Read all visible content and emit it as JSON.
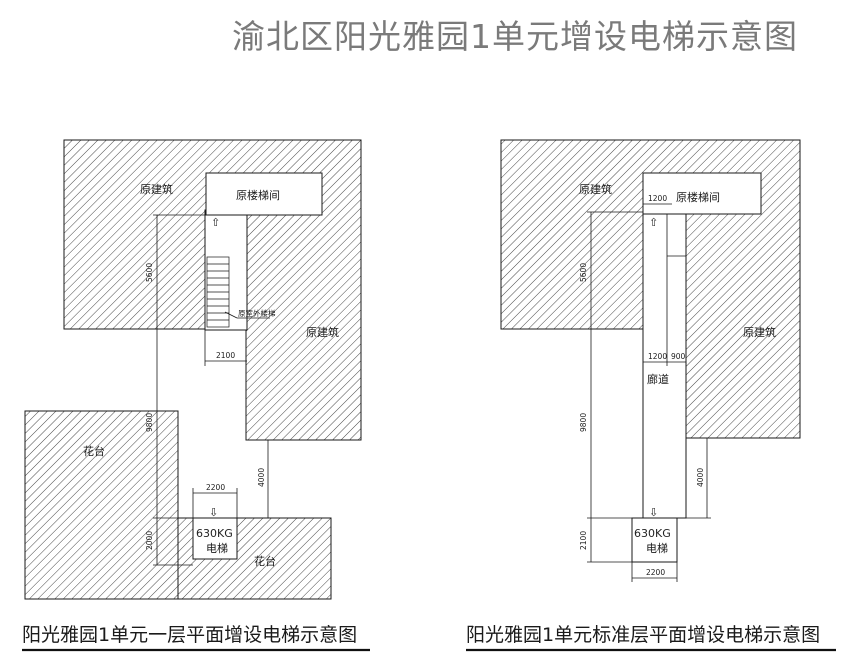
{
  "title": "渝北区阳光雅园1单元增设电梯示意图",
  "left_plan": {
    "caption": "阳光雅园1单元一层平面增设电梯示意图",
    "building_label_1": "原建筑",
    "building_label_2": "原建筑",
    "stairwell_label": "原楼梯间",
    "garden_label_1": "花台",
    "garden_label_2": "花台",
    "elevator_capacity": "630KG",
    "elevator_label": "电梯",
    "stair_note": "原室外楼梯",
    "dims": {
      "d5600": "5600",
      "d9800": "9800",
      "d2000": "2000",
      "d2100": "2100",
      "d4000": "4000",
      "d2200": "2200"
    }
  },
  "right_plan": {
    "caption": "阳光雅园1单元标准层平面增设电梯示意图",
    "building_label_1": "原建筑",
    "building_label_2": "原建筑",
    "stairwell_label": "原楼梯间",
    "corridor_label": "廊道",
    "elevator_capacity": "630KG",
    "elevator_label": "电梯",
    "dims": {
      "d1200_top": "1200",
      "d5600": "5600",
      "d1200": "1200",
      "d900": "900",
      "d9800": "9800",
      "d4000": "4000",
      "d2100": "2100",
      "d2200": "2200"
    }
  }
}
